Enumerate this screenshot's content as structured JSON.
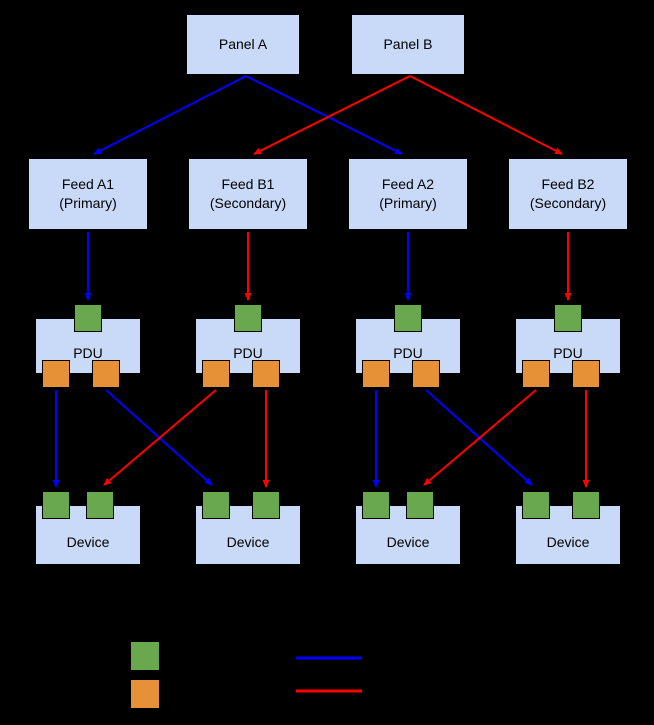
{
  "colors": {
    "background": "#000000",
    "box_fill": "#c9daf8",
    "box_border": "#000000",
    "port_green": "#6aa84f",
    "port_orange": "#e69138",
    "edge_blue": "#0000ff",
    "edge_red": "#ff0000"
  },
  "diagram": {
    "panels": [
      {
        "label": "Panel A"
      },
      {
        "label": "Panel B"
      }
    ],
    "feeds": [
      {
        "line1": "Feed A1",
        "line2": "(Primary)"
      },
      {
        "line1": "Feed B1",
        "line2": "(Secondary)"
      },
      {
        "line1": "Feed A2",
        "line2": "(Primary)"
      },
      {
        "line1": "Feed B2",
        "line2": "(Secondary)"
      }
    ],
    "pdus": [
      {
        "label": "PDU"
      },
      {
        "label": "PDU"
      },
      {
        "label": "PDU"
      },
      {
        "label": "PDU"
      }
    ],
    "devices": [
      {
        "label": "Device"
      },
      {
        "label": "Device"
      },
      {
        "label": "Device"
      },
      {
        "label": "Device"
      }
    ],
    "connections": [
      {
        "from": "Panel A",
        "to": "Feed A1",
        "color": "blue"
      },
      {
        "from": "Panel A",
        "to": "Feed A2",
        "color": "blue"
      },
      {
        "from": "Panel B",
        "to": "Feed B1",
        "color": "red"
      },
      {
        "from": "Panel B",
        "to": "Feed B2",
        "color": "red"
      },
      {
        "from": "Feed A1",
        "to": "PDU 1 input",
        "color": "blue"
      },
      {
        "from": "Feed B1",
        "to": "PDU 2 input",
        "color": "red"
      },
      {
        "from": "Feed A2",
        "to": "PDU 3 input",
        "color": "blue"
      },
      {
        "from": "Feed B2",
        "to": "PDU 4 input",
        "color": "red"
      },
      {
        "from": "PDU 1 output 1",
        "to": "Device 1 input 1",
        "color": "blue"
      },
      {
        "from": "PDU 1 output 2",
        "to": "Device 2 input 1",
        "color": "blue"
      },
      {
        "from": "PDU 2 output 1",
        "to": "Device 1 input 2",
        "color": "red"
      },
      {
        "from": "PDU 2 output 2",
        "to": "Device 2 input 2",
        "color": "red"
      },
      {
        "from": "PDU 3 output 1",
        "to": "Device 3 input 1",
        "color": "blue"
      },
      {
        "from": "PDU 3 output 2",
        "to": "Device 4 input 1",
        "color": "blue"
      },
      {
        "from": "PDU 4 output 1",
        "to": "Device 3 input 2",
        "color": "red"
      },
      {
        "from": "PDU 4 output 2",
        "to": "Device 4 input 2",
        "color": "red"
      }
    ],
    "legend": {
      "swatches": [
        {
          "name": "green-square"
        },
        {
          "name": "orange-square"
        },
        {
          "name": "blue-line"
        },
        {
          "name": "red-line"
        }
      ]
    }
  }
}
